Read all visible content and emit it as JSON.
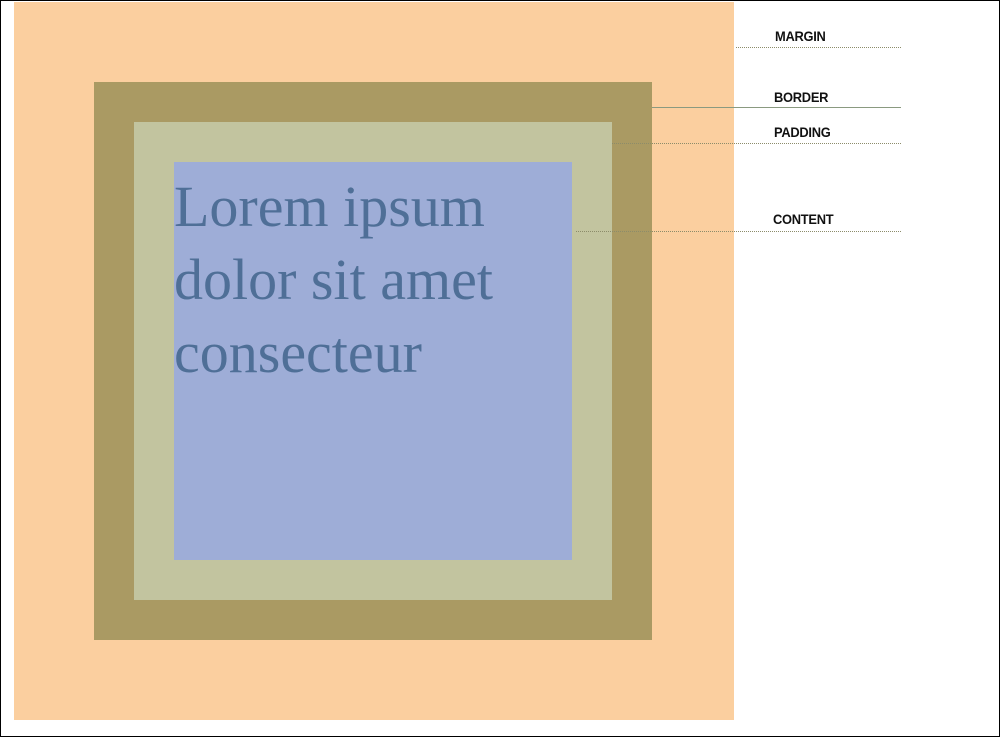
{
  "diagram": {
    "content_text": "Lorem ipsum\ndolor sit amet\nconsecteur",
    "labels": {
      "margin": "MARGIN",
      "border": "BORDER",
      "padding": "PADDING",
      "content": "CONTENT"
    },
    "colors": {
      "margin": "#fbcf9f",
      "border": "#aa9a63",
      "padding": "#c2c49f",
      "content": "#9eadd7",
      "text": "#4f6f97"
    }
  }
}
